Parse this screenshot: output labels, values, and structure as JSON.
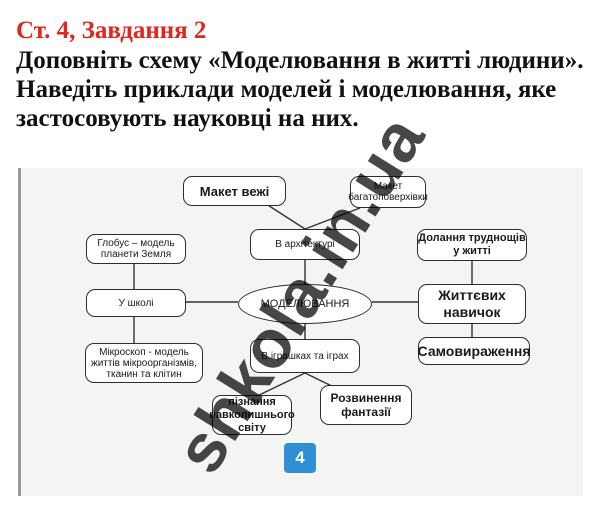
{
  "heading": {
    "task": "Ст. 4, Завдання 2",
    "text": "Доповніть схему «Моделювання в житті людини». Наведіть приклади моделей і моделювання, яке застосовують науковці на них."
  },
  "diagram": {
    "center": "МОДЕЛЮВАННЯ",
    "architecture": "В архітектурі",
    "tower_model": "Макет вежі",
    "multistorey_model": "Макет багатоповерхівки",
    "school": "У школі",
    "globe": "Глобус – модель планети Земля",
    "microscope": "Мікроскоп - модель життів мікроорганізмів, тканин та клітин",
    "toys": "В іграшках та іграх",
    "cognition": "пізнання навколишнього світу",
    "fantasy": "Розвинення фантазії",
    "difficulties": "Долання труднощів у житті",
    "life_skills": "Життєвих навичок",
    "self_expression": "Самовираження"
  },
  "page_badge": "4",
  "watermark": "shkola.in.ua",
  "colors": {
    "title_red": "#e0261d",
    "badge_blue": "#2f8fd5"
  }
}
